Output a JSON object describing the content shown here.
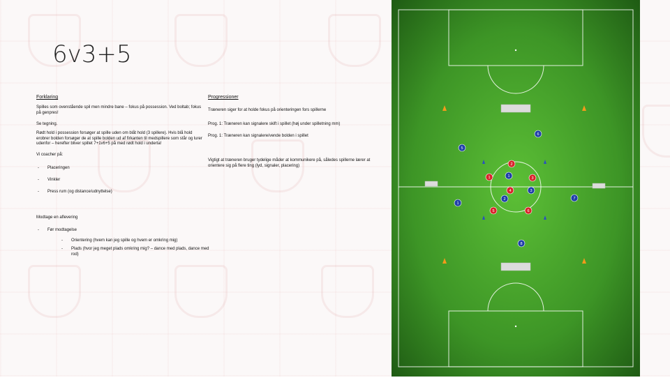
{
  "slide": {
    "title": "6v3+5",
    "left_column": {
      "heading": "Forklaring",
      "paragraphs": [
        "Spilles som ovenstående spil men mindre bane – fokus på possession. Ved boltab; fokus på genpres!",
        "Se tegning.",
        "Rødt hold i possession forsøger at spille uden om blåt hold (3 spillere). Hvis blå hold erobrer bolden forsøger de at spille bolden ud af firkanten til medspillere som står og lurer udenfor – herefter bliver spillet 7+1v6+5 på med rødt hold i underta!"
      ],
      "focus_heading": "Vi coacher på:",
      "focus_items": [
        "Placeringen",
        "Vinkler",
        "Press rum (og distance/udnyttelse)"
      ],
      "receive_heading": "Modtage en aflevering",
      "receive_items": [
        "Før modtagelse"
      ],
      "receive_sub_items": [
        "Orientering (hvem kan jeg spille og hvem er omkring mig)",
        "Plads (hvor jeg meget plads omkring mig? – dance med plads, dance med rod)"
      ]
    },
    "right_column": {
      "heading": "Progressioner",
      "items": [
        "Træneren siger for at holde fokus på orienteringen fors spillerne",
        "Prog. 1: Træneren kan signalere skift i spillet (høj under spilletning mm)",
        "Prog. 1: Træneren kan signalere/vende bolden i spillet",
        "Vigtigt at træneren bruger tydelige måder at kommunikere på, således spillerne lærer at orientere sig på flere ting (lyd, signaler, placering)"
      ]
    }
  },
  "pitch": {
    "colors": {
      "grass_dark": "#2f7a1f",
      "grass_light": "#4fae2e",
      "red_team": "#d8242a",
      "blue_team": "#1e3fa8",
      "cone": "#f39a1b"
    },
    "red_players": [
      "1",
      "2",
      "3",
      "4",
      "5",
      "6"
    ],
    "blue_players_inside": [
      "1",
      "2",
      "3"
    ],
    "blue_players_outside": [
      "5",
      "6",
      "7",
      "8",
      "1"
    ]
  }
}
